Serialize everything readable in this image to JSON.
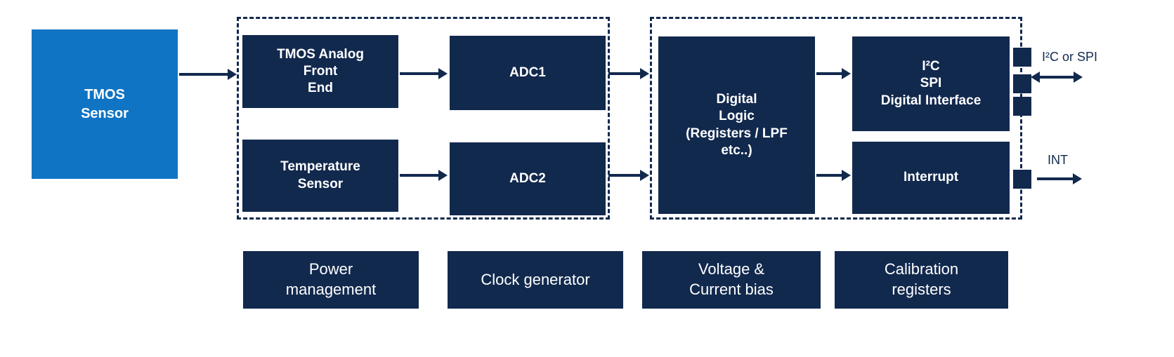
{
  "colors": {
    "navy": "#12294E",
    "blue": "#0F74C4",
    "background": "#FFFFFF",
    "label_text": "#FFFFFF"
  },
  "blocks": {
    "tmos_sensor": {
      "label": "TMOS\nSensor"
    },
    "afe": {
      "label": "TMOS Analog\nFront\nEnd"
    },
    "temperature_sensor": {
      "label": "Temperature\nSensor"
    },
    "adc1": {
      "label": "ADC1"
    },
    "adc2": {
      "label": "ADC2"
    },
    "digital_logic": {
      "label": "Digital\nLogic\n(Registers / LPF\netc..)"
    },
    "digital_interface": {
      "label": "I²C\nSPI\nDigital Interface"
    },
    "interrupt": {
      "label": "Interrupt"
    },
    "power_management": {
      "label": "Power\nmanagement"
    },
    "clock_generator": {
      "label": "Clock generator"
    },
    "voltage_current_bias": {
      "label": "Voltage &\nCurrent bias"
    },
    "calibration_registers": {
      "label": "Calibration\nregisters"
    }
  },
  "pins": {
    "i2c_spi": {
      "label": "I²C or SPI",
      "direction": "bidirectional",
      "pad_count": 3
    },
    "int": {
      "label": "INT",
      "direction": "output",
      "pad_count": 1
    }
  },
  "connections": [
    {
      "from": "tmos_sensor",
      "to": "afe"
    },
    {
      "from": "afe",
      "to": "adc1"
    },
    {
      "from": "temperature_sensor",
      "to": "adc2"
    },
    {
      "from": "adc1",
      "to": "digital_logic"
    },
    {
      "from": "adc2",
      "to": "digital_logic"
    },
    {
      "from": "digital_logic",
      "to": "digital_interface"
    },
    {
      "from": "digital_logic",
      "to": "interrupt"
    },
    {
      "from": "digital_interface",
      "to": "i2c_spi_pins",
      "direction": "bidirectional"
    },
    {
      "from": "interrupt",
      "to": "int_pin",
      "direction": "output"
    }
  ]
}
